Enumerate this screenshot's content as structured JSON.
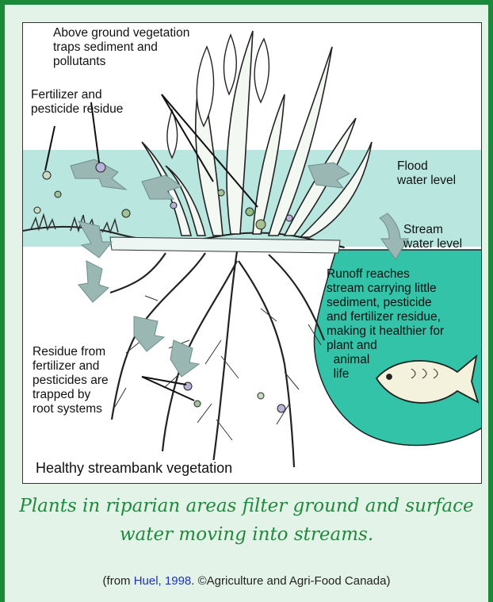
{
  "labels": {
    "above_ground": "Above ground vegetation\ntraps sediment and\npollutants",
    "fertilizer_top": "Fertilizer and\npesticide residue",
    "flood_level": "Flood\nwater level",
    "stream_level": "Stream\nwater level",
    "runoff": "Runoff reaches\nstream carrying little\nsediment, pesticide\nand fertilizer residue,\nmaking it healthier for\nplant and\n  animal\n  life",
    "residue_roots": "Residue from\nfertilizer and\npesticides are\ntrapped by\nroot systems",
    "panel_title": "Healthy streambank vegetation"
  },
  "caption": "Plants in riparian areas filter ground and surface water moving into streams.",
  "credit": {
    "prefix": "(from ",
    "link": "Huel, 1998",
    "suffix": ". ©Agriculture and Agri-Food Canada)"
  },
  "colors": {
    "frame_border": "#1a8a3a",
    "frame_bg": "#e4f3e8",
    "flood_water": "#b9e6df",
    "stream_water": "#33c3a8",
    "caption_text": "#1e8a3c",
    "link": "#1a2fd0"
  }
}
